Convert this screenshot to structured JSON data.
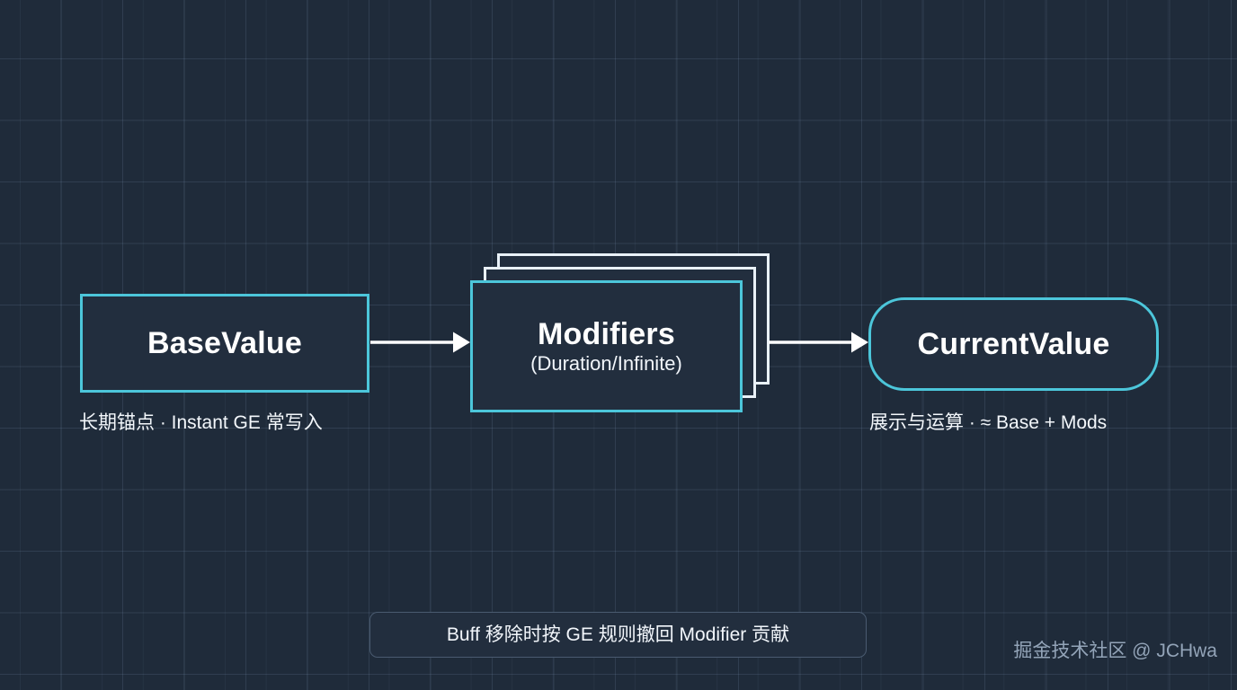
{
  "diagram": {
    "title_semantic": "gameplay-attribute-flow",
    "background_color": "#1f2b3a",
    "grid_color": "#89a4c4",
    "accent_color": "#4cc6da",
    "ghost_border_color": "#e9f1f8",
    "text_color": "#f2f6fb"
  },
  "nodes": {
    "base": {
      "title": "BaseValue",
      "caption": "长期锚点 · Instant GE 常写入"
    },
    "modifiers": {
      "title": "Modifiers",
      "subtitle": "(Duration/Infinite)",
      "stack_layers": 3
    },
    "current": {
      "title": "CurrentValue",
      "caption": "展示与运算 · ≈ Base + Mods"
    }
  },
  "arrows": [
    {
      "name": "base-to-modifiers",
      "from": "base",
      "to": "modifiers"
    },
    {
      "name": "modifiers-to-current",
      "from": "modifiers",
      "to": "current"
    }
  ],
  "note": {
    "text": "Buff 移除时按 GE 规则撤回 Modifier 贡献"
  },
  "watermark": {
    "text": "掘金技术社区 @ JCHwa"
  }
}
